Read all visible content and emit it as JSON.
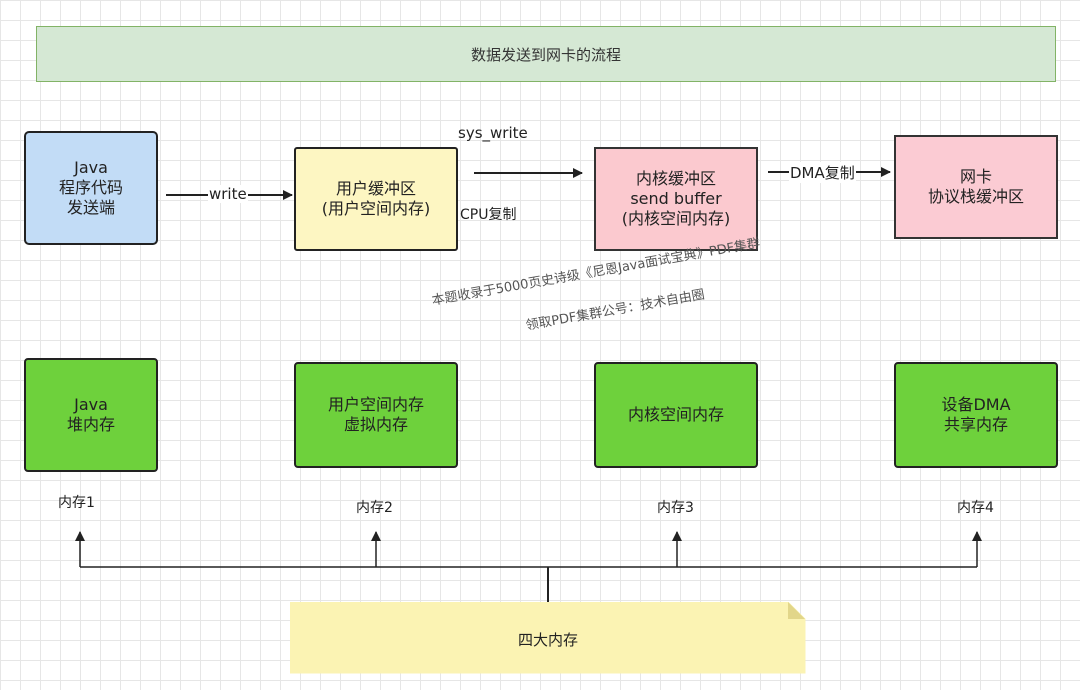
{
  "title": "数据发送到网卡的流程",
  "nodes": {
    "java_app": [
      "Java",
      "程序代码",
      "发送端"
    ],
    "user_buffer": [
      "用户缓冲区",
      "(用户空间内存)"
    ],
    "kernel_buffer": [
      "内核缓冲区",
      "send buffer",
      "(内核空间内存)"
    ],
    "nic": [
      "网卡",
      "协议栈缓冲区"
    ]
  },
  "edges": {
    "write": "write",
    "sys_write": "sys_write",
    "cpu_copy": "CPU复制",
    "dma_copy": "DMA复制"
  },
  "memories": {
    "mem1": [
      "Java",
      "堆内存"
    ],
    "mem2": [
      "用户空间内存",
      "虚拟内存"
    ],
    "mem3": [
      "内核空间内存"
    ],
    "mem4": [
      "设备DMA",
      "共享内存"
    ]
  },
  "memory_labels": [
    "内存1",
    "内存2",
    "内存3",
    "内存4"
  ],
  "note": "四大内存",
  "watermark": {
    "line1": "本题收录于5000页史诗级《尼恩Java面试宝典》PDF集群",
    "line2": "领取PDF集群公号：技术自由圈"
  }
}
